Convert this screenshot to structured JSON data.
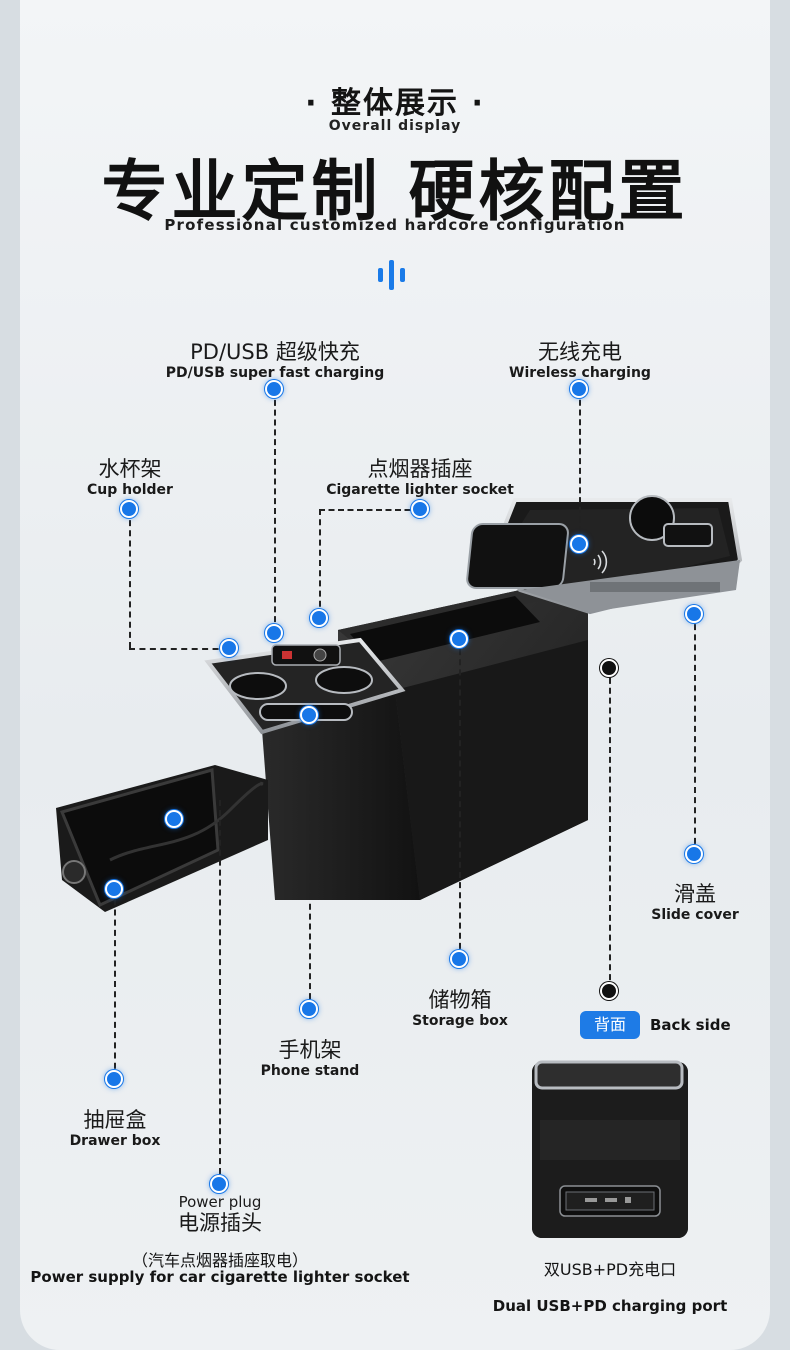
{
  "header": {
    "cn_small": "· 整体展示 ·",
    "en_small": "Overall display",
    "cn_big": "专业定制 硬核配置",
    "en_sub": "Professional customized hardcore configuration"
  },
  "features": {
    "pd_usb": {
      "cn": "PD/USB 超级快充",
      "en": "PD/USB super fast charging"
    },
    "wireless": {
      "cn": "无线充电",
      "en": "Wireless charging"
    },
    "cup_holder": {
      "cn": "水杯架",
      "en": "Cup holder"
    },
    "cigarette": {
      "cn": "点烟器插座",
      "en": "Cigarette lighter socket"
    },
    "slide_cover": {
      "cn": "滑盖",
      "en": "Slide cover"
    },
    "storage_box": {
      "cn": "储物箱",
      "en": "Storage box"
    },
    "phone_stand": {
      "cn": "手机架",
      "en": "Phone stand"
    },
    "drawer_box": {
      "cn": "抽屉盒",
      "en": "Drawer box"
    },
    "power_plug": {
      "en_top": "Power plug",
      "cn": "电源插头",
      "cn_note": "（汽车点烟器插座取电）",
      "en_note": "Power supply for car cigarette lighter socket"
    }
  },
  "back": {
    "badge": "背面",
    "badge_en": "Back side",
    "port_cn": "双USB+PD充电口",
    "port_en": "Dual USB+PD charging port"
  },
  "colors": {
    "accent": "#1877e8",
    "product": "#1c1c1c",
    "chrome": "#c9ccd0"
  }
}
